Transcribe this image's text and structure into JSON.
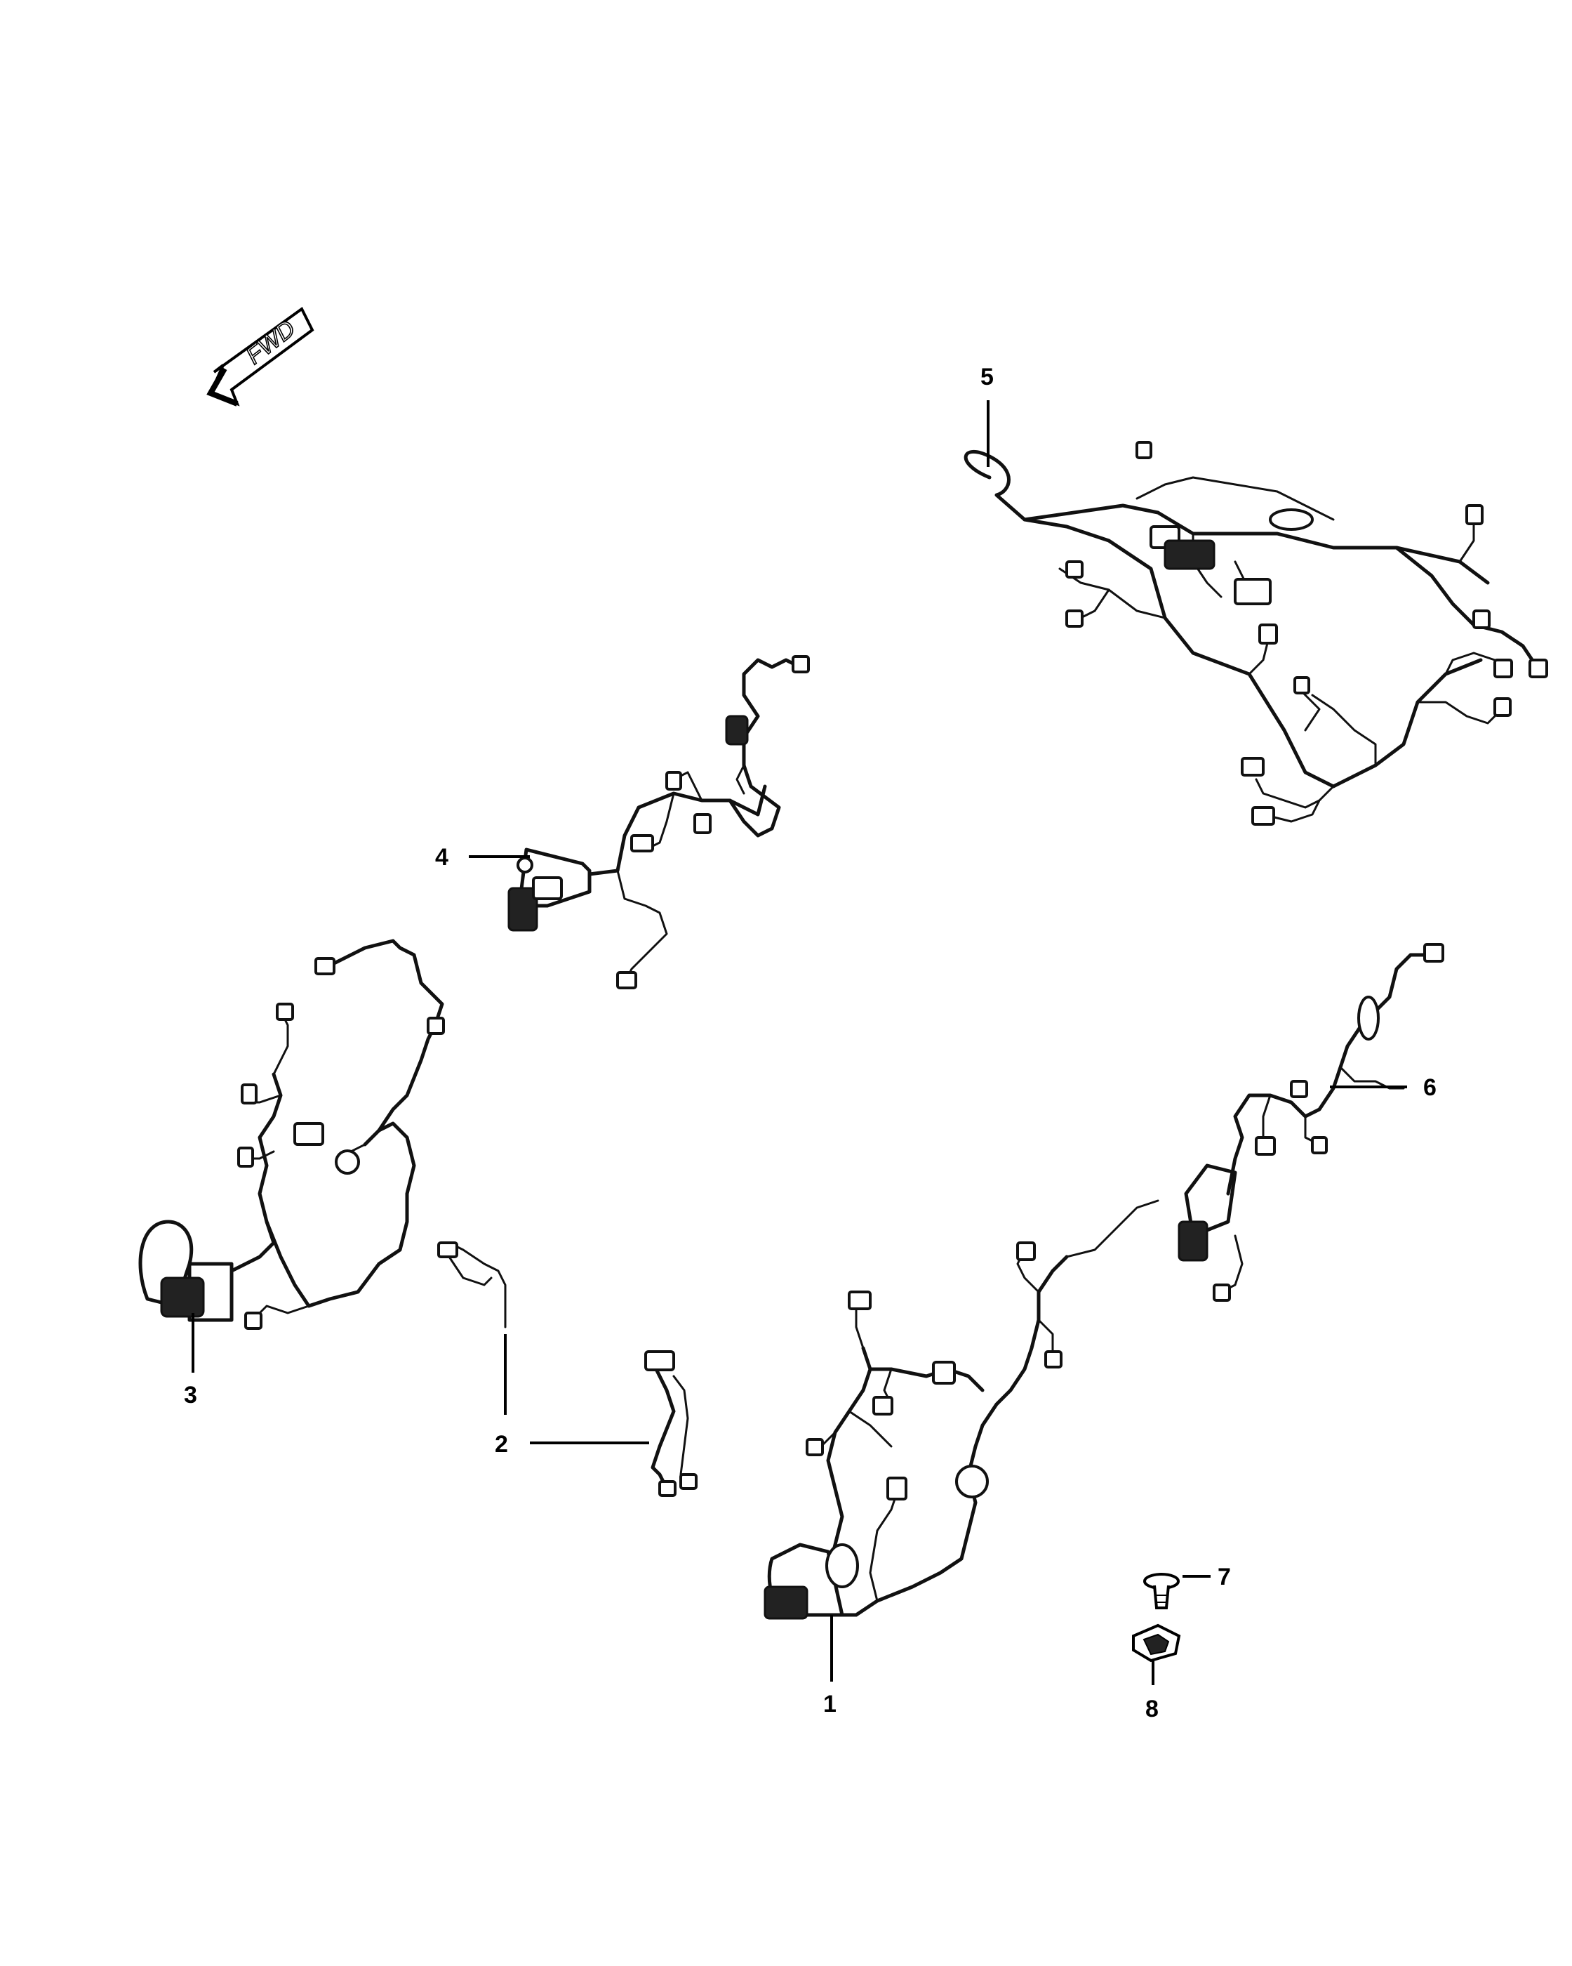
{
  "direction_indicator": {
    "label": "FWD"
  },
  "callouts": [
    {
      "id": "1",
      "label": "1"
    },
    {
      "id": "2",
      "label": "2"
    },
    {
      "id": "3",
      "label": "3"
    },
    {
      "id": "4",
      "label": "4"
    },
    {
      "id": "5",
      "label": "5"
    },
    {
      "id": "6",
      "label": "6"
    },
    {
      "id": "7",
      "label": "7"
    },
    {
      "id": "8",
      "label": "8"
    }
  ],
  "colors": {
    "line": "#111111",
    "background": "#ffffff"
  }
}
